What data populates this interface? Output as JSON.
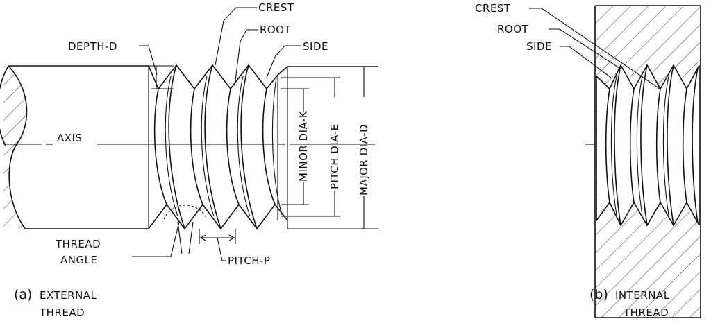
{
  "external": {
    "labels": {
      "crest": "CREST",
      "root": "ROOT",
      "side": "SIDE",
      "depth": "DEPTH-D",
      "axis": "AXIS",
      "minor_dia": "MINOR DIA-K",
      "pitch_dia": "PITCH DIA-E",
      "major_dia": "MAJOR DIA-D",
      "thread_angle_1": "THREAD",
      "thread_angle_2": "ANGLE",
      "pitch": "PITCH-P"
    },
    "caption": {
      "letter": "(a)",
      "line1": "EXTERNAL",
      "line2": "THREAD"
    }
  },
  "internal": {
    "labels": {
      "crest": "CREST",
      "root": "ROOT",
      "side": "SIDE"
    },
    "caption": {
      "letter": "(b)",
      "line1": "INTERNAL",
      "line2": "THREAD"
    }
  }
}
